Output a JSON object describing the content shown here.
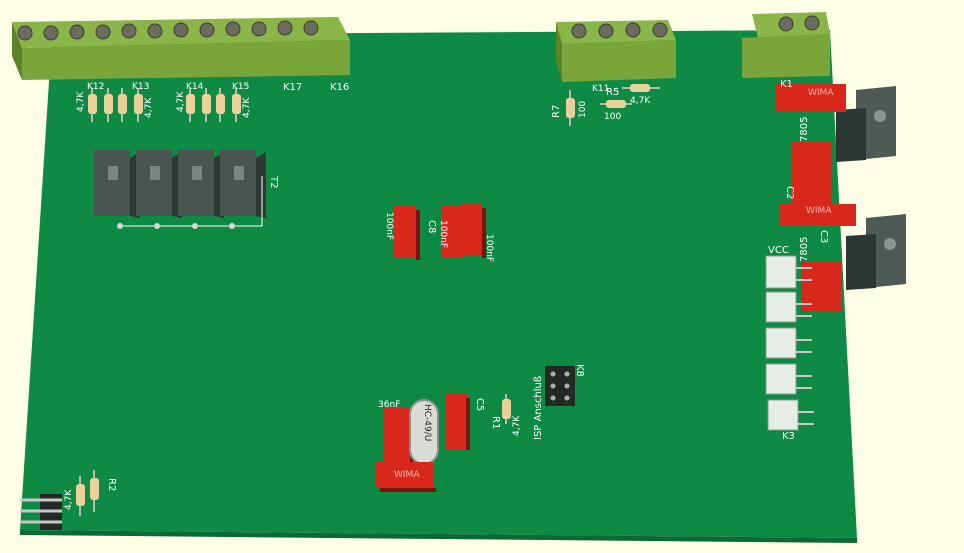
{
  "board": {
    "color": "#0e8a45",
    "bg": "#ffffe8",
    "silk": "#ffffff"
  },
  "labels": {
    "k17": "K17",
    "k16": "K16",
    "k1": "K1",
    "k3": "K3",
    "k8": "K8",
    "t2": "T2",
    "c2": "C2",
    "c3": "C3",
    "c5": "C5",
    "c8": "C8",
    "r1": "R1",
    "r2": "R2",
    "r5": "R5",
    "r7": "R7",
    "vcc": "VCC",
    "u7805_a": "7805",
    "u7805_b": "7805",
    "isp": "ISP Anschluß",
    "k12": "K12",
    "k13": "K13",
    "k14": "K14",
    "k15": "K15",
    "k11": "K11",
    "val_47k_1": "4,7K",
    "val_47k_2": "4,7K",
    "val_47k_3": "4,7K",
    "val_47k_4": "4,7K",
    "val_47k_5": "4,7K",
    "val_47k_6": "4,7K",
    "val_100_a": "100",
    "val_100_b": "100",
    "val_100nf_a": "100nF",
    "val_100nf_b": "100nF",
    "val_100nf_c": "100nF",
    "val_36nf": "36nF",
    "val_47k_r1": "4,7K",
    "quartz": "HC-49/U",
    "cap_mark": "WIMA"
  }
}
